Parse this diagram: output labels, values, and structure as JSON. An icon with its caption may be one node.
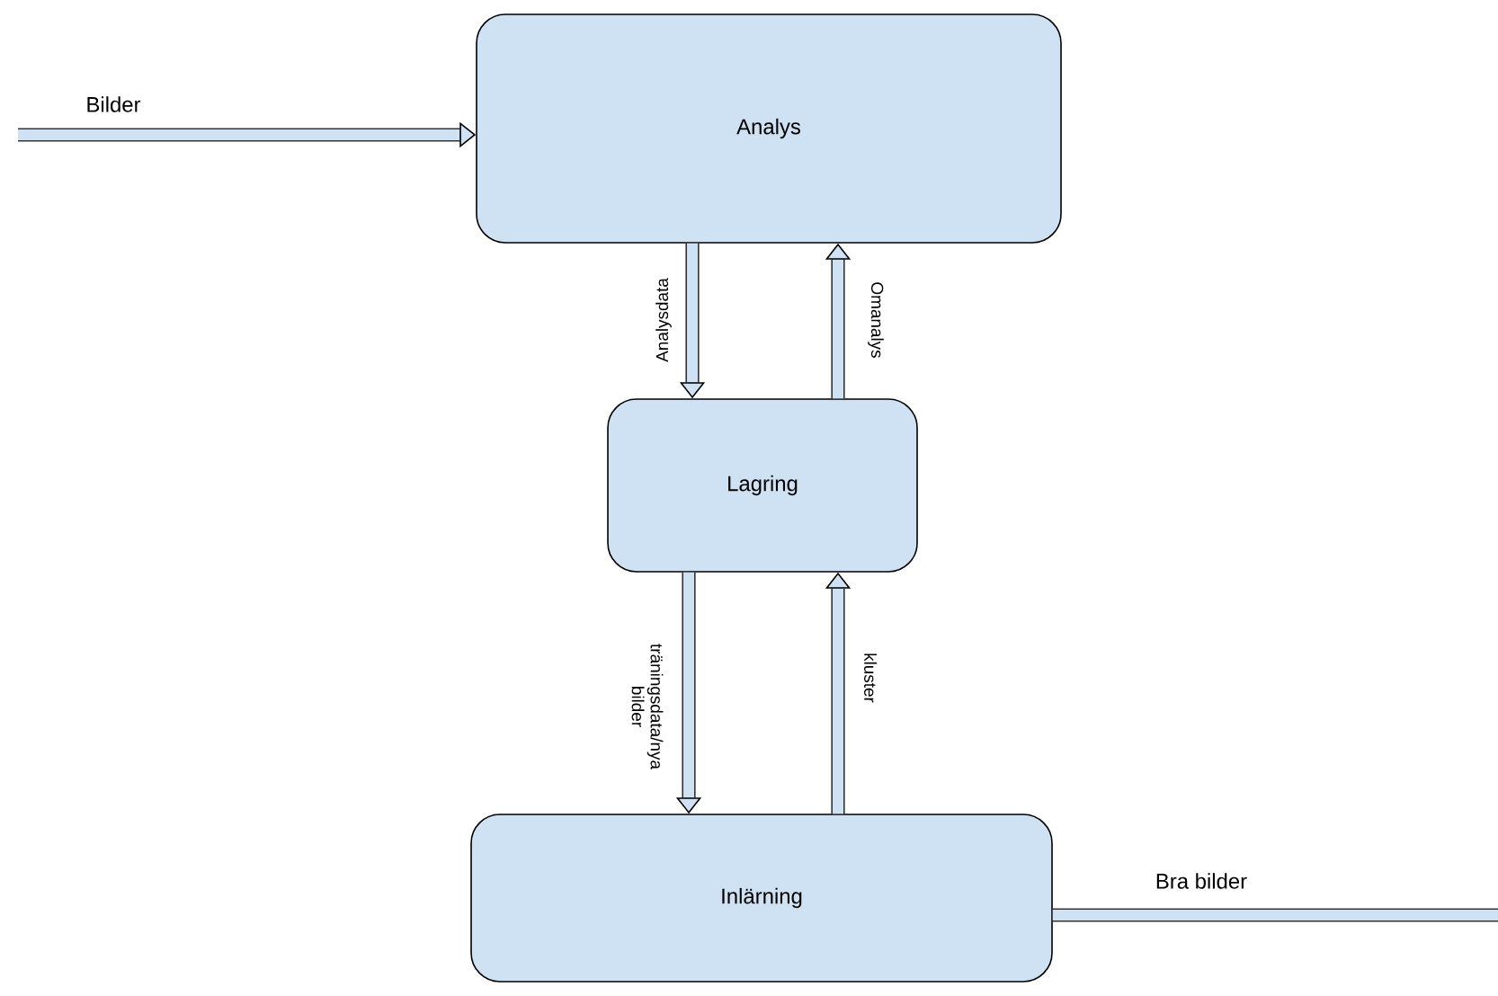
{
  "diagram": {
    "nodes": [
      {
        "text": [
          "Analys"
        ]
      },
      {
        "text": [
          "Lagring"
        ]
      },
      {
        "text": [
          "Inlärning"
        ]
      }
    ],
    "edges": [
      {
        "from": null,
        "to": 0,
        "arrow": "to",
        "label": "Bilder"
      },
      {
        "from": 0,
        "to": 1,
        "arrow": "to",
        "label": "Analysdata"
      },
      {
        "from": 1,
        "to": 0,
        "arrow": "to",
        "label": "Omanalys"
      },
      {
        "from": 1,
        "to": 2,
        "arrow": "to",
        "label": "träningsdata/nya bilder"
      },
      {
        "from": 2,
        "to": 1,
        "arrow": "to",
        "label": "kluster"
      },
      {
        "from": 2,
        "to": null,
        "arrow": "none",
        "label": "Bra bilder"
      }
    ]
  }
}
